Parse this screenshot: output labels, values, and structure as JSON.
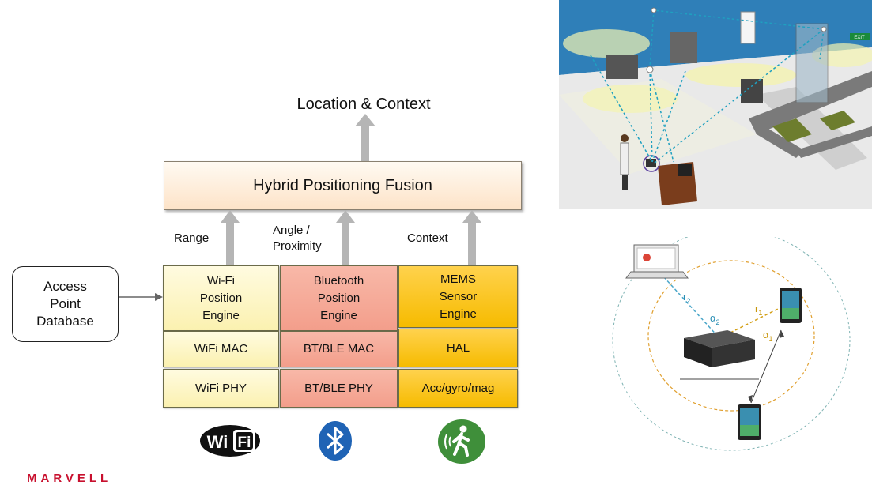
{
  "diagram": {
    "output_label": "Location & Context",
    "fusion_label": "Hybrid Positioning Fusion",
    "column_labels": [
      "Range",
      "Angle /\nProximity",
      "Context"
    ],
    "columns": [
      {
        "engine": "Wi-Fi\nPosition\nEngine",
        "mac": "WiFi MAC",
        "phy": "WiFi PHY",
        "color": "#fbf1b0"
      },
      {
        "engine": "Bluetooth\nPosition\nEngine",
        "mac": "BT/BLE MAC",
        "phy": "BT/BLE PHY",
        "color": "#f39e8b"
      },
      {
        "engine": "MEMS\nSensor\nEngine",
        "mac": "HAL",
        "phy": "Acc/gyro/mag",
        "color": "#f6bb00"
      }
    ],
    "access_point_db": "Access\nPoint\nDatabase",
    "icons": [
      "wifi-logo-icon",
      "bluetooth-logo-icon",
      "walking-person-icon"
    ],
    "wifi_logo_text": "Wi Fi"
  },
  "brand": {
    "logo_text": "MARVELL",
    "color": "#c8102e"
  },
  "network_diagram": {
    "labels": {
      "r2": "r",
      "r2_sub": "2",
      "a2": "α",
      "a2_sub": "2",
      "r1": "r",
      "r1_sub": "1",
      "a1": "α",
      "a1_sub": "1"
    },
    "colors": {
      "outer_ring": "#7fb3b3",
      "inner_ring": "#e0a030",
      "r2_line": "#4aa6c9",
      "r1_line": "#d4a017"
    }
  },
  "scene": {
    "exit_sign": "EXIT"
  }
}
